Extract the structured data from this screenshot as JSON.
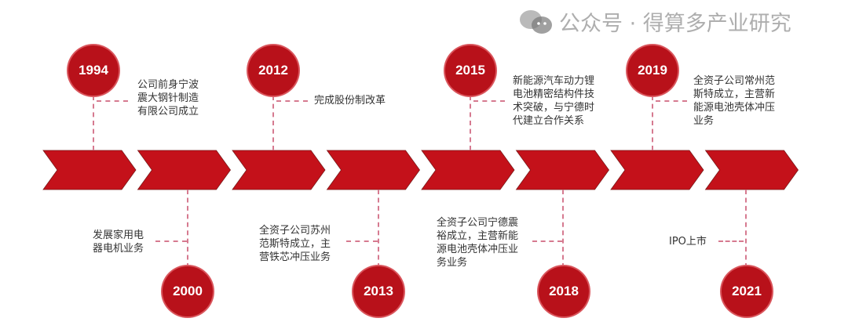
{
  "colors": {
    "accent": "#b8111a",
    "chevron": "#c4111a",
    "dash": "#d67a90"
  },
  "events": [
    {
      "year": "1994",
      "text": "公司前身宁波\n震大钢针制造\n有限公司成立",
      "side": "top"
    },
    {
      "year": "2000",
      "text": "发展家用电\n器电机业务",
      "side": "bottom"
    },
    {
      "year": "2012",
      "text": "完成股份制改革",
      "side": "top"
    },
    {
      "year": "2013",
      "text": "全资子公司苏州\n范斯特成立，主\n营铁芯冲压业务",
      "side": "bottom"
    },
    {
      "year": "2015",
      "text": "新能源汽车动力锂\n电池精密结构件技\n术突破，与宁德时\n代建立合作关系",
      "side": "top"
    },
    {
      "year": "2018",
      "text": "全资子公司宁德震\n裕成立，主营新能\n源电池壳体冲压业\n务业务",
      "side": "bottom"
    },
    {
      "year": "2019",
      "text": "全资子公司常州范\n斯特成立，主营新\n能源电池壳体冲压\n业务",
      "side": "top"
    },
    {
      "year": "2021",
      "text": "IPO上市",
      "side": "bottom"
    }
  ],
  "watermark": {
    "icon": "wechat-icon",
    "text": "公众号 · 得算多产业研究"
  }
}
